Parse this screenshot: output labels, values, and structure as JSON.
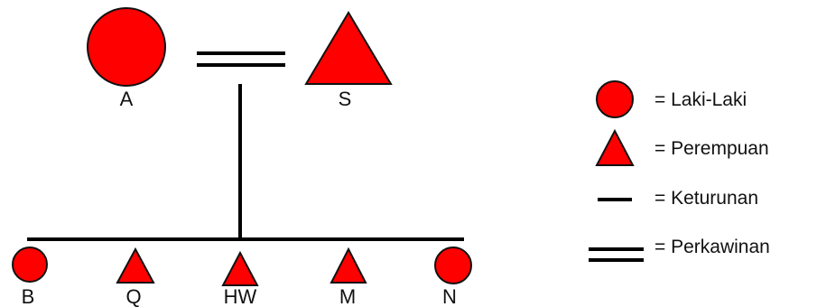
{
  "colors": {
    "symbol_fill": "#ff0000",
    "outline": "#111111",
    "line": "#000000",
    "background": "#ffffff"
  },
  "parents": {
    "left": {
      "label": "A",
      "symbol": "circle"
    },
    "right": {
      "label": "S",
      "symbol": "triangle"
    }
  },
  "children": [
    {
      "label": "B",
      "symbol": "circle"
    },
    {
      "label": "Q",
      "symbol": "triangle"
    },
    {
      "label": "HW",
      "symbol": "triangle"
    },
    {
      "label": "M",
      "symbol": "triangle"
    },
    {
      "label": "N",
      "symbol": "circle"
    }
  ],
  "legend": [
    {
      "symbol": "circle",
      "label": "= Laki-Laki"
    },
    {
      "symbol": "triangle",
      "label": "= Perempuan"
    },
    {
      "symbol": "single-line",
      "label": "= Keturunan"
    },
    {
      "symbol": "double-line",
      "label": "= Perkawinan"
    }
  ]
}
